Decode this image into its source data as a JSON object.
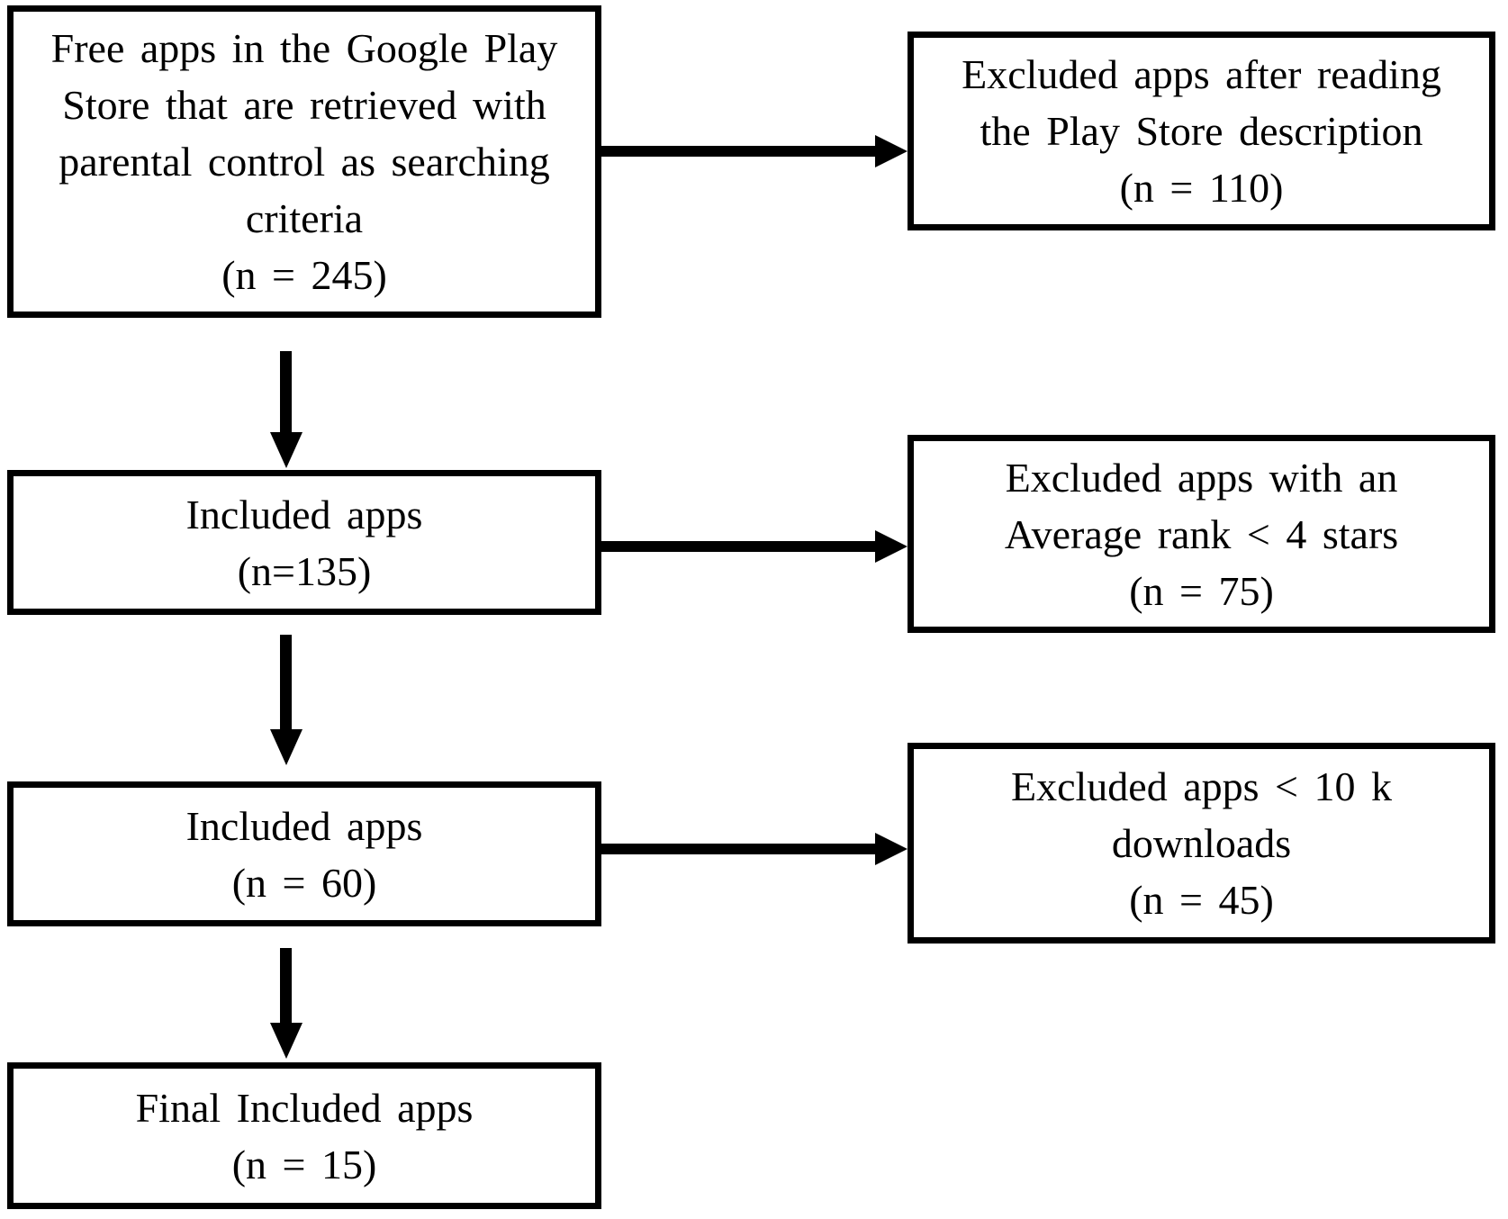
{
  "diagram": {
    "type": "flowchart",
    "background_color": "#ffffff",
    "line_color": "#000000",
    "text_color": "#000000",
    "boxes": [
      {
        "id": "source",
        "lines": [
          "Free apps in the Google Play",
          "Store that are retrieved with",
          "parental control as searching",
          "criteria",
          "(n = 245)"
        ],
        "n": 245
      },
      {
        "id": "excluded-description",
        "lines": [
          "Excluded apps after reading",
          "the Play Store description",
          "(n = 110)"
        ],
        "n": 110
      },
      {
        "id": "included-135",
        "lines": [
          "Included apps",
          "(n=135)"
        ],
        "n": 135
      },
      {
        "id": "excluded-rank",
        "lines": [
          "Excluded apps with an",
          "Average rank < 4 stars",
          "(n = 75)"
        ],
        "n": 75
      },
      {
        "id": "included-60",
        "lines": [
          "Included apps",
          "(n = 60)"
        ],
        "n": 60
      },
      {
        "id": "excluded-downloads",
        "lines": [
          "Excluded apps < 10 k",
          "downloads",
          "(n = 45)"
        ],
        "n": 45
      },
      {
        "id": "final-included",
        "lines": [
          "Final Included apps",
          "(n = 15)"
        ],
        "n": 15
      }
    ],
    "edges": [
      {
        "from": "source",
        "to": "excluded-description",
        "direction": "right"
      },
      {
        "from": "source",
        "to": "included-135",
        "direction": "down"
      },
      {
        "from": "included-135",
        "to": "excluded-rank",
        "direction": "right"
      },
      {
        "from": "included-135",
        "to": "included-60",
        "direction": "down"
      },
      {
        "from": "included-60",
        "to": "excluded-downloads",
        "direction": "right"
      },
      {
        "from": "included-60",
        "to": "final-included",
        "direction": "down"
      }
    ]
  }
}
